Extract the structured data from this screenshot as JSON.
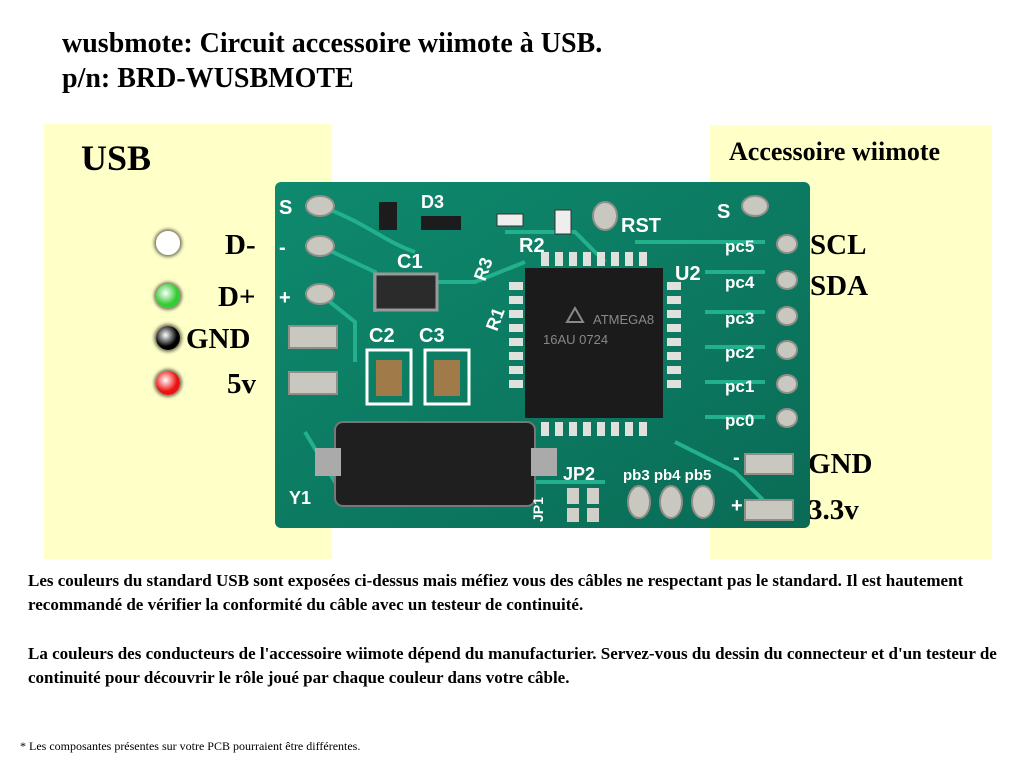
{
  "header": {
    "title": "wusbmote: Circuit accessoire wiimote à USB.",
    "part_number": "p/n: BRD-WUSBMOTE"
  },
  "usb_panel": {
    "heading": "USB",
    "pins": [
      {
        "label": "D-",
        "color": "#ffffff"
      },
      {
        "label": "D+",
        "color": "#33cc33"
      },
      {
        "label": "GND",
        "color": "#000000"
      },
      {
        "label": "5v",
        "color": "#ee1111"
      }
    ]
  },
  "accessory_panel": {
    "heading": "Accessoire wiimote",
    "pins": [
      {
        "label": "SCL"
      },
      {
        "label": "SDA"
      },
      {
        "label": "GND"
      },
      {
        "label": "3.3v"
      }
    ]
  },
  "pcb": {
    "silkscreen": {
      "s_left": "S",
      "minus_left": "-",
      "plus_left": "+",
      "d3": "D3",
      "c1": "C1",
      "r2": "R2",
      "r3": "R3",
      "r1": "R1",
      "rst": "RST",
      "s_right": "S",
      "u2": "U2",
      "c2": "C2",
      "c3": "C3",
      "y1": "Y1",
      "jp2": "JP2",
      "jp1": "JP1",
      "pb_labels": "pb3 pb4 pb5",
      "pc5": "pc5",
      "pc4": "pc4",
      "pc3": "pc3",
      "pc2": "pc2",
      "pc1": "pc1",
      "pc0": "pc0",
      "minus_right": "-",
      "plus_right": "+"
    },
    "chip_line1": "ATMEGA8",
    "chip_line2": "16AU 0724"
  },
  "notes": {
    "usb_colors": "Les couleurs du standard USB sont exposées ci-dessus mais méfiez vous des câbles ne respectant pas le standard. Il est hautement recommandé de vérifier la conformité du câble avec un testeur de continuité.",
    "wiimote_colors": "La couleurs des conducteurs de l'accessoire wiimote dépend du manufacturier. Servez-vous du dessin du connecteur et d'un testeur de continuité pour découvrir le rôle joué par chaque couleur dans votre câble.",
    "footnote": "* Les composantes présentes sur votre PCB pourraient être différentes."
  }
}
